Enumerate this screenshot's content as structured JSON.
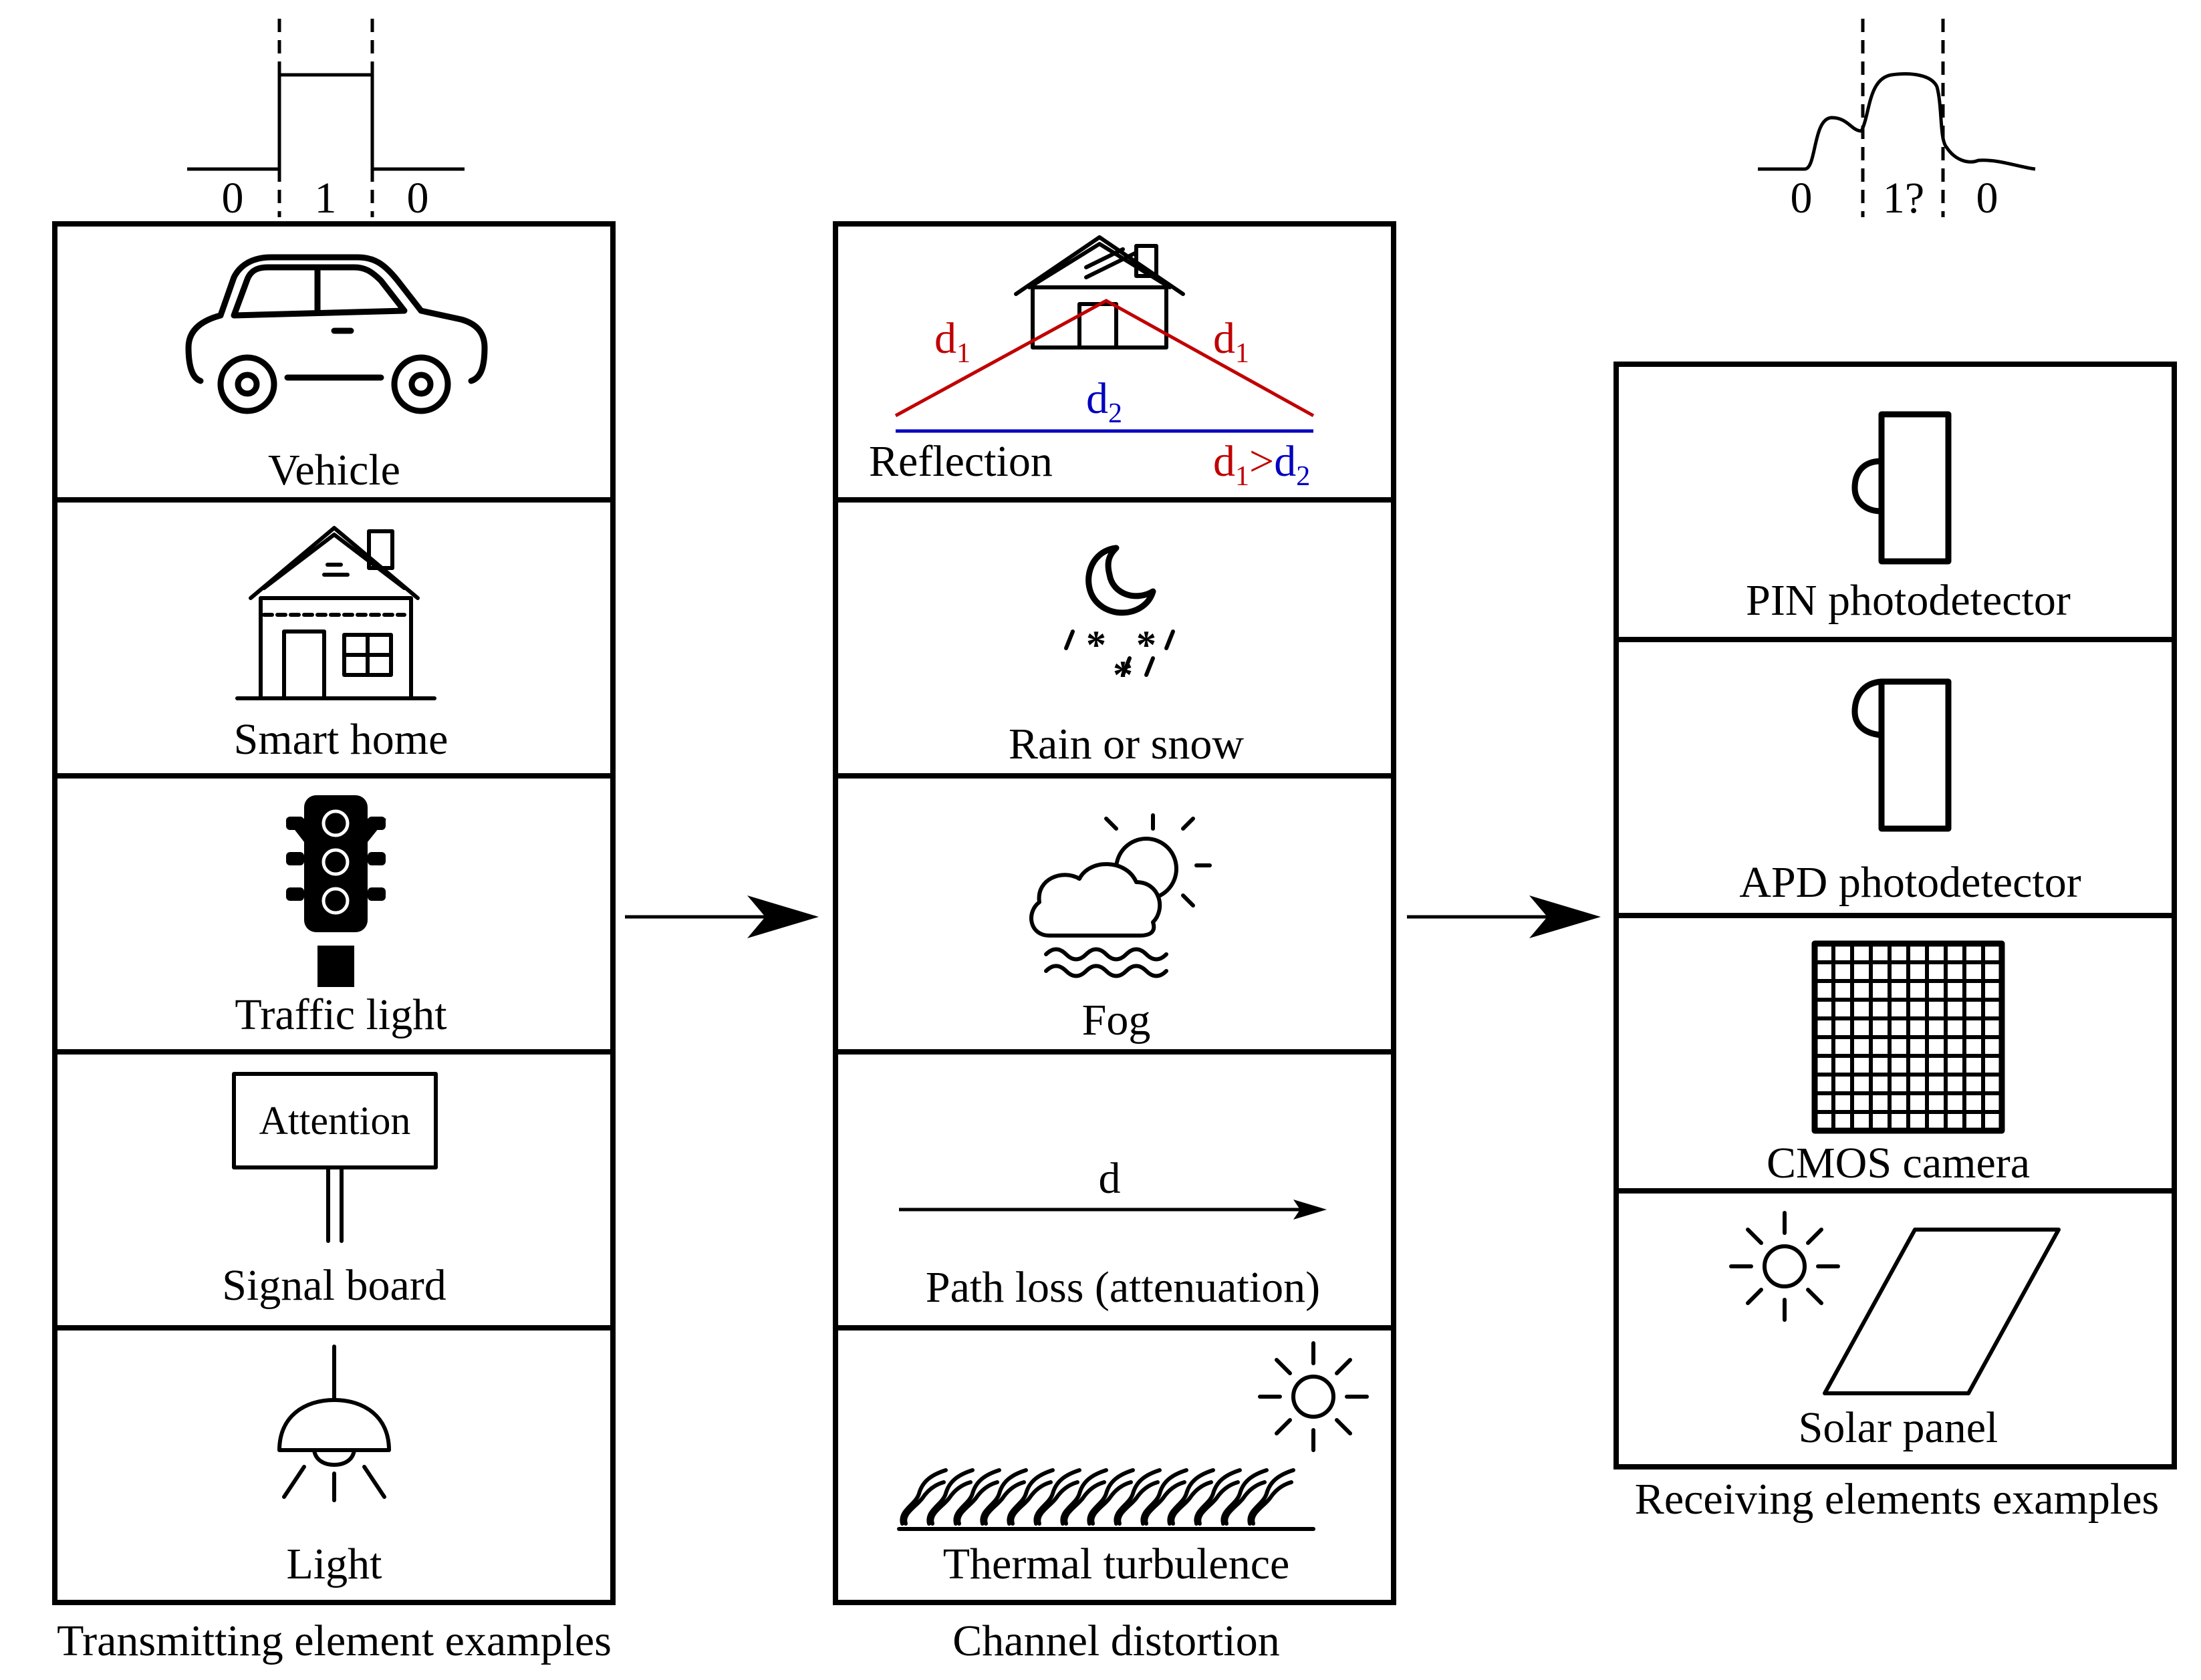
{
  "transmitter": {
    "caption": "Transmitting element examples",
    "items": [
      "Vehicle",
      "Smart home",
      "Traffic light",
      "Signal board",
      "Light"
    ],
    "sign_text": "Attention",
    "signal_bits": [
      "0",
      "1",
      "0"
    ]
  },
  "channel": {
    "caption": "Channel distortion",
    "items": [
      "Reflection",
      "Rain or snow",
      "Fog",
      "Path loss (attenuation)",
      "Thermal turbulence"
    ],
    "reflection": {
      "d1": "d",
      "d1_sub": "1",
      "d2": "d",
      "d2_sub": "2",
      "gt": ">"
    },
    "path_d": "d",
    "colors": {
      "reflected": "#c00000",
      "direct": "#0000c0"
    }
  },
  "receiver": {
    "caption": "Receiving elements examples",
    "items": [
      "PIN photodetector",
      "APD photodetector",
      "CMOS camera",
      "Solar panel"
    ],
    "signal_bits": [
      "0",
      "1?",
      "0"
    ]
  }
}
